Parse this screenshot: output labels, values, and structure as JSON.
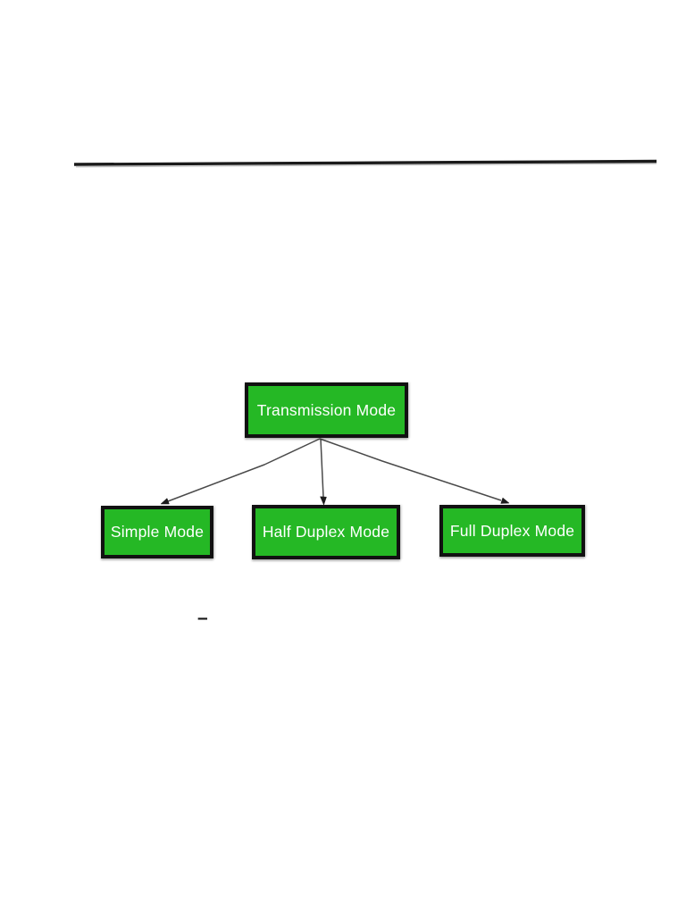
{
  "page": {
    "dash_mark": "–"
  },
  "colors": {
    "page_background": "#ffffff",
    "rule_line": "#1a1a1a",
    "node_fill": "#25b825",
    "node_border": "#111111",
    "node_text": "#ffffff",
    "connector": "#4a4a4a",
    "arrowhead": "#1c1c1c",
    "dash": "#161616"
  },
  "diagram": {
    "type": "tree",
    "root": {
      "label": "Transmission Mode"
    },
    "children": [
      {
        "label": "Simple Mode"
      },
      {
        "label": "Half Duplex Mode"
      },
      {
        "label": "Full Duplex Mode"
      }
    ]
  }
}
